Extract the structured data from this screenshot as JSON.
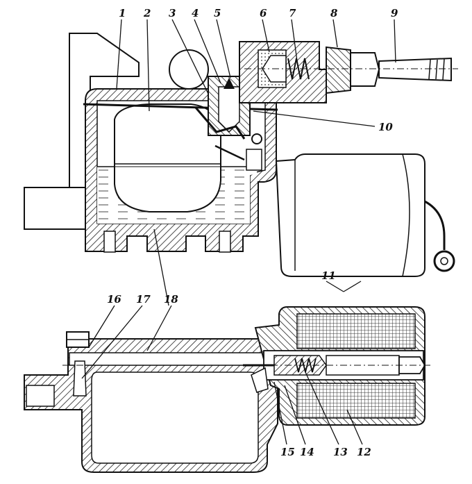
{
  "figure": {
    "labels": {
      "l1": "1",
      "l2": "2",
      "l3": "3",
      "l4": "4",
      "l5": "5",
      "l6": "6",
      "l7": "7",
      "l8": "8",
      "l9": "9",
      "l10": "10",
      "l11": "11",
      "l12": "12",
      "l13": "13",
      "l14": "14",
      "l15": "15",
      "l16": "16",
      "l17": "17",
      "l18": "18"
    }
  }
}
